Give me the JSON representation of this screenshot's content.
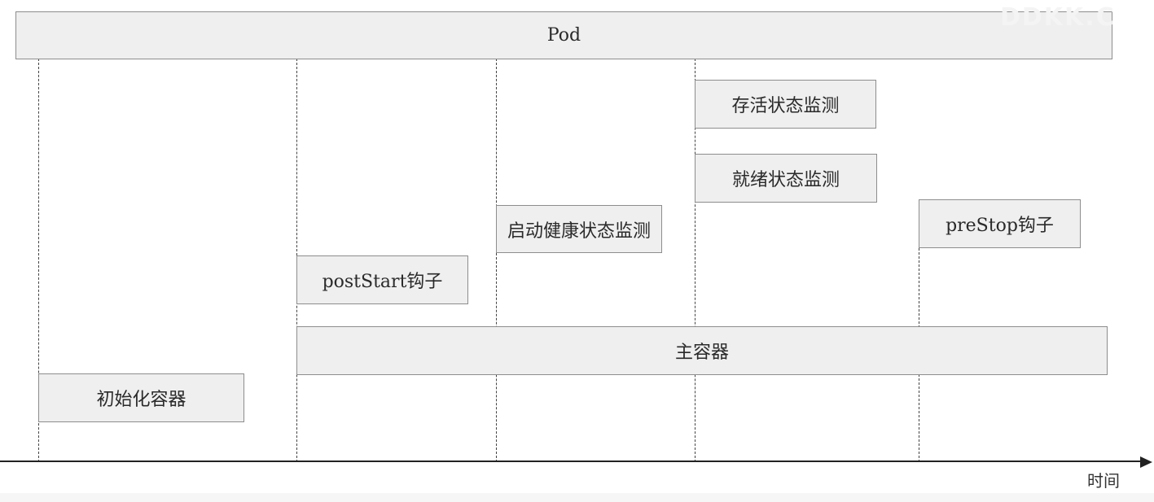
{
  "pod": {
    "label": "Pod"
  },
  "init_container": {
    "label": "初始化容器"
  },
  "post_start_hook": {
    "label": "postStart钩子"
  },
  "startup_probe": {
    "label": "启动健康状态监测"
  },
  "liveness_probe": {
    "label": "存活状态监测"
  },
  "readiness_probe": {
    "label": "就绪状态监测"
  },
  "pre_stop_hook": {
    "label": "preStop钩子"
  },
  "main_container": {
    "label": "主容器"
  },
  "axis": {
    "label": "时间"
  },
  "watermark": {
    "text": "DDKK.COM"
  },
  "colors": {
    "box_fill": "#efefef",
    "box_border": "#8d8d8d",
    "line": "#444444",
    "text": "#2a2a2a"
  }
}
